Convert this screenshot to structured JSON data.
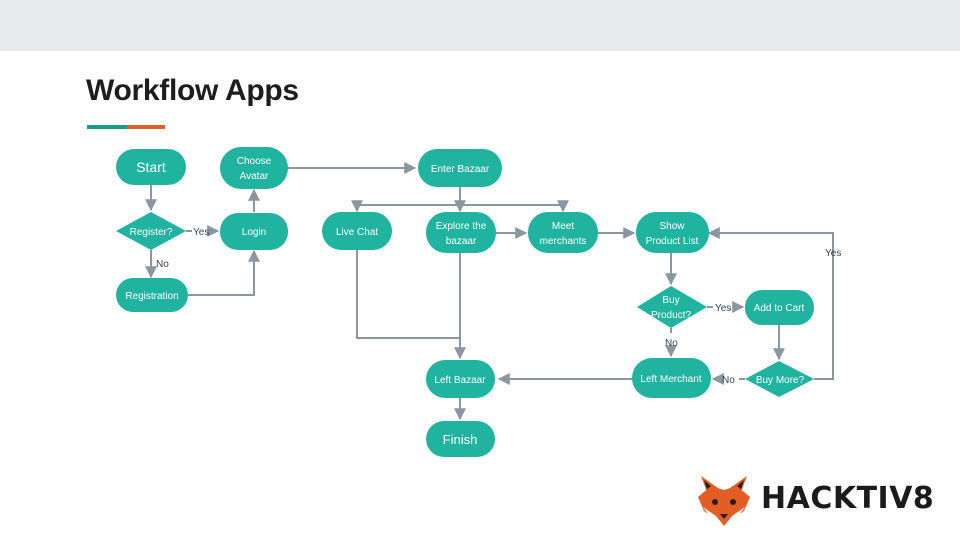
{
  "slide": {
    "title": "Workflow Apps",
    "accent_colors": [
      "#1a9b8a",
      "#e35d25"
    ]
  },
  "diagram": {
    "node_color": "#1fb3a0",
    "edge_color": "#8a96a0",
    "nodes": {
      "start": "Start",
      "register": "Register?",
      "registration": "Registration",
      "choose_avatar_1": "Choose",
      "choose_avatar_2": "Avatar",
      "login": "Login",
      "enter_bazaar": "Enter Bazaar",
      "live_chat": "Live Chat",
      "explore_1": "Explore the",
      "explore_2": "bazaar",
      "meet_1": "Meet",
      "meet_2": "merchants",
      "show_1": "Show",
      "show_2": "Product List",
      "buy_1": "Buy",
      "buy_2": "Product?",
      "add_to_cart": "Add to Cart",
      "buy_more": "Buy More?",
      "left_merchant": "Left Merchant",
      "left_bazaar": "Left Bazaar",
      "finish": "Finish"
    },
    "edge_labels": {
      "register_yes": "Yes",
      "register_no": "No",
      "buy_yes": "Yes",
      "buy_no": "No",
      "more_no": "No",
      "more_yes": "Yes"
    }
  },
  "logo": {
    "brand": "HACKTIV8",
    "icon": "fox-mascot-icon"
  }
}
